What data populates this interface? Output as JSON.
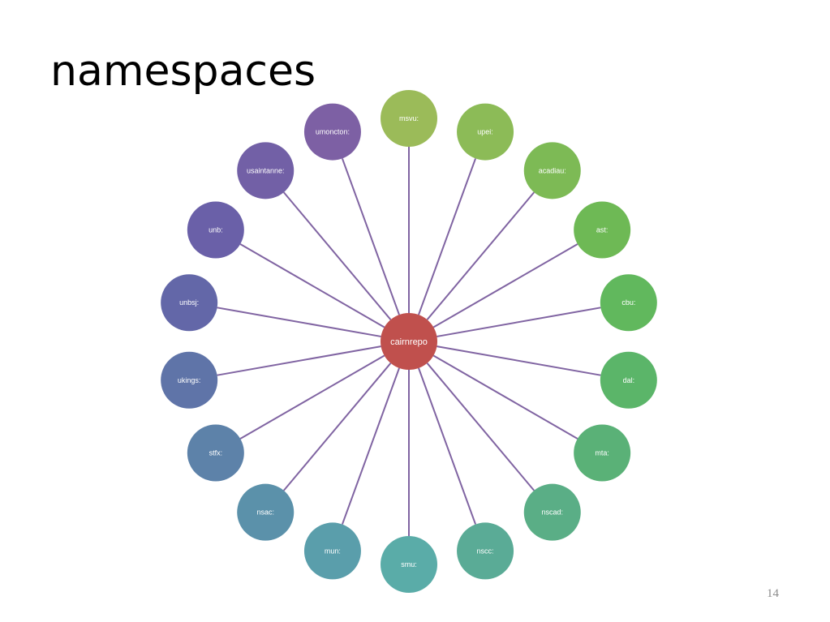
{
  "slide": {
    "title": "namespaces",
    "page_number": "14"
  },
  "diagram": {
    "hub": {
      "label": "cairnrepo",
      "color": "#c0504d"
    },
    "connector_color": "#8064a2",
    "nodes": [
      {
        "label": "msvu:",
        "color": "#9bbb59"
      },
      {
        "label": "upei:",
        "color": "#8cbb57"
      },
      {
        "label": "acadiau:",
        "color": "#7dba55"
      },
      {
        "label": "ast:",
        "color": "#6eb955"
      },
      {
        "label": "cbu:",
        "color": "#61b85d"
      },
      {
        "label": "dal:",
        "color": "#5bb569"
      },
      {
        "label": "mta:",
        "color": "#5ab177"
      },
      {
        "label": "nscad:",
        "color": "#5aae86"
      },
      {
        "label": "nscc:",
        "color": "#5aab96"
      },
      {
        "label": "smu:",
        "color": "#5aaca8"
      },
      {
        "label": "mun:",
        "color": "#5a9eab"
      },
      {
        "label": "nsac:",
        "color": "#5b91aa"
      },
      {
        "label": "stfx:",
        "color": "#5d82a9"
      },
      {
        "label": "ukings:",
        "color": "#5f74a8"
      },
      {
        "label": "unbsj:",
        "color": "#6367a8"
      },
      {
        "label": "unb:",
        "color": "#6a60a8"
      },
      {
        "label": "usaintanne:",
        "color": "#7260a6"
      },
      {
        "label": "umoncton:",
        "color": "#7d60a4"
      }
    ]
  }
}
